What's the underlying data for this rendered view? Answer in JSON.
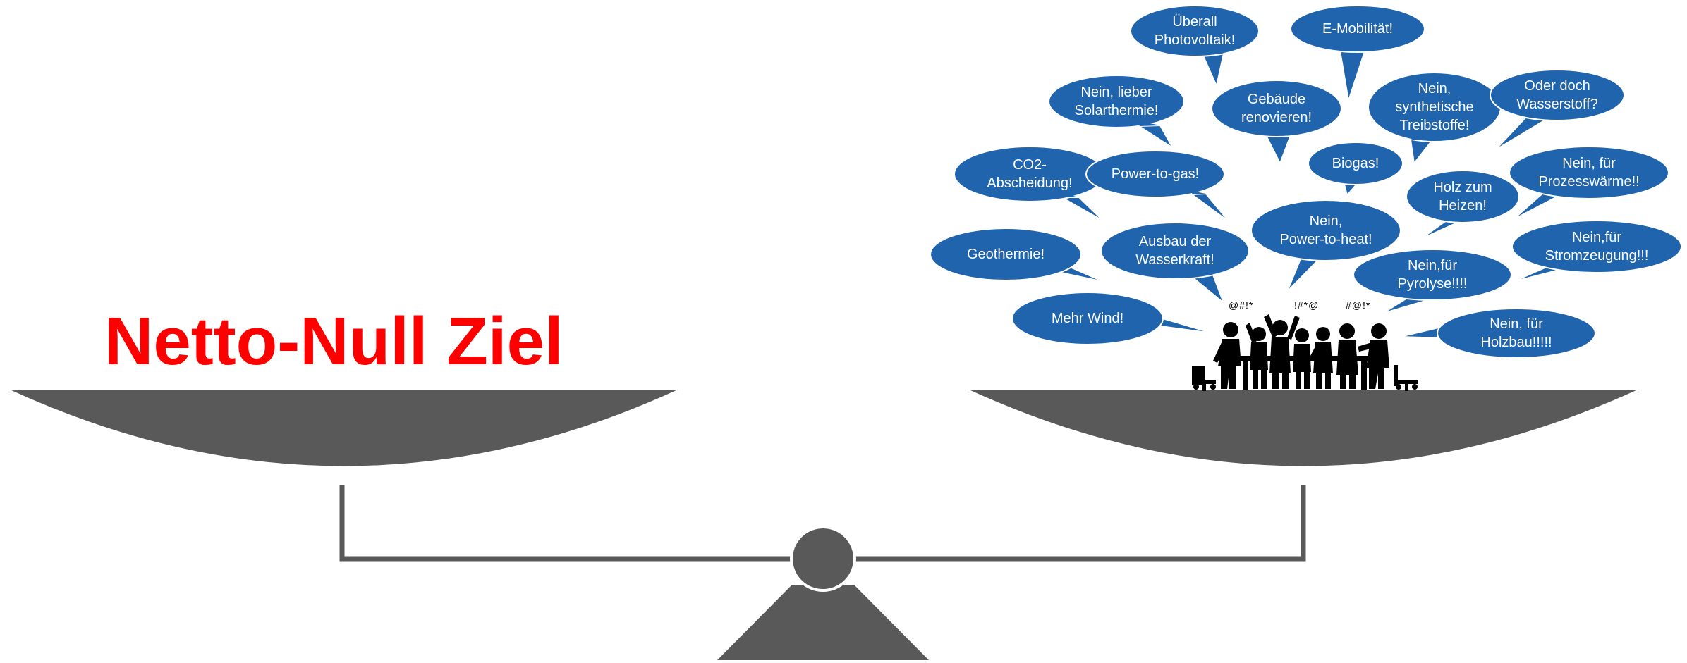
{
  "title": "Netto-Null Ziel",
  "colors": {
    "title": "#ff0000",
    "scale": "#595959",
    "bubble": "#1f64ad",
    "bubble_outline": "#ffffff",
    "bubble_text": "#ffffff",
    "people": "#000000"
  },
  "bubbles": [
    {
      "id": "photovoltaik",
      "text": "Überall\nPhotovoltaik!"
    },
    {
      "id": "e-mobilitaet",
      "text": "E-Mobilität!"
    },
    {
      "id": "solarthermie",
      "text": "Nein, lieber\nSolarthermie!"
    },
    {
      "id": "gebaeude",
      "text": "Gebäude\nrenovieren!"
    },
    {
      "id": "synthetische-treibstoffe",
      "text": "Nein,\nsynthetische\nTreibstoffe!"
    },
    {
      "id": "wasserstoff",
      "text": "Oder doch\nWasserstoff?"
    },
    {
      "id": "co2-abscheidung",
      "text": "CO2-\nAbscheidung!"
    },
    {
      "id": "power-to-gas",
      "text": "Power-to-gas!"
    },
    {
      "id": "biogas",
      "text": "Biogas!"
    },
    {
      "id": "prozesswaerme",
      "text": "Nein, für\nProzesswärme!!"
    },
    {
      "id": "holz-heizen",
      "text": "Holz zum\nHeizen!"
    },
    {
      "id": "power-to-heat",
      "text": "Nein,\nPower-to-heat!"
    },
    {
      "id": "geothermie",
      "text": "Geothermie!"
    },
    {
      "id": "wasserkraft",
      "text": "Ausbau der\nWasserkraft!"
    },
    {
      "id": "stromzeugung",
      "text": "Nein,für\nStromzeugung!!!"
    },
    {
      "id": "pyrolyse",
      "text": "Nein,für\nPyrolyse!!!!"
    },
    {
      "id": "mehr-wind",
      "text": "Mehr Wind!"
    },
    {
      "id": "holzbau",
      "text": "Nein, für\nHolzbau!!!!!"
    }
  ],
  "curses": [
    "@#!*",
    "!#*@",
    "#@!*"
  ]
}
